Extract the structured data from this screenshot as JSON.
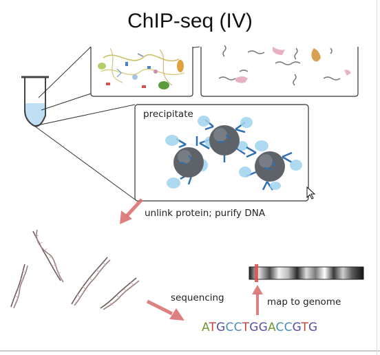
{
  "title": "ChIP-seq (IV)",
  "labels": {
    "precipitate": "precipitate",
    "unlink": "unlink protein; purify DNA",
    "sequencing": "sequencing",
    "map": "map to genome"
  },
  "sequence": [
    "A",
    "T",
    "G",
    "C",
    "C",
    "T",
    "G",
    "G",
    "A",
    "C",
    "C",
    "G",
    "T",
    "G"
  ],
  "colors": {
    "A": "#6b9a35",
    "T": "#c24040",
    "G": "#5b4ea6",
    "C": "#4a8bb8",
    "arrow": "#d96a6a",
    "tube": "#bfe0f4",
    "bead": "#555a60",
    "antibody": "#2f6fb0"
  }
}
